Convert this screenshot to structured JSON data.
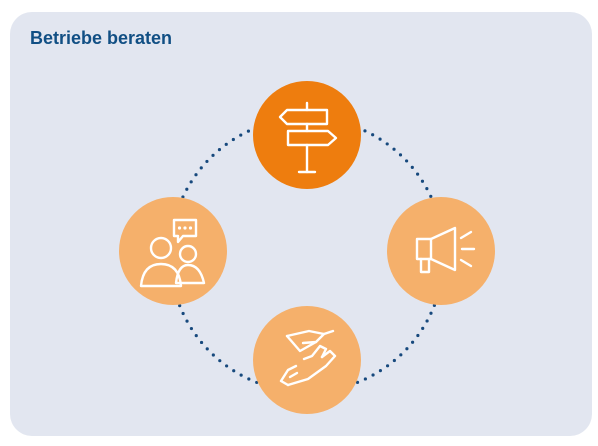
{
  "title": "Betriebe beraten",
  "colors": {
    "background": "#e2e6f0",
    "title": "#114f84",
    "dots": "#17497d",
    "accent": "#ee7d0e",
    "node": "#f5b06b",
    "icon_stroke": "#ffffff"
  },
  "nodes": [
    {
      "id": "top",
      "icon": "signpost-icon",
      "highlighted": true
    },
    {
      "id": "right",
      "icon": "megaphone-icon",
      "highlighted": false
    },
    {
      "id": "bottom",
      "icon": "helping-hands-icon",
      "highlighted": false
    },
    {
      "id": "left",
      "icon": "people-conversation-icon",
      "highlighted": false
    }
  ]
}
